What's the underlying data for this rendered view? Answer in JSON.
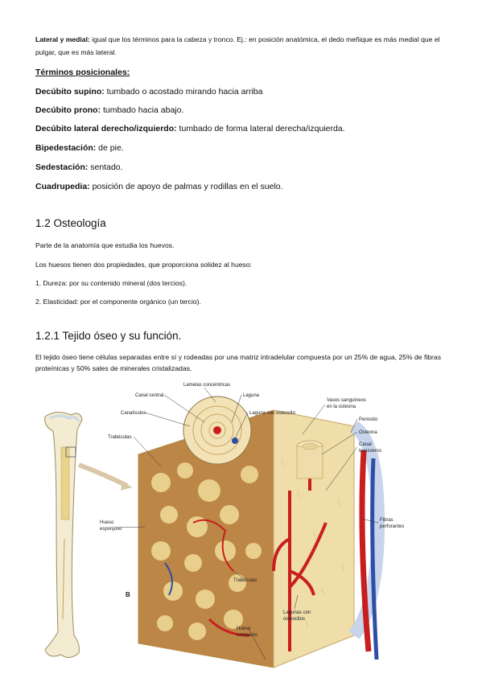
{
  "intro": {
    "bold": "Lateral y medial:",
    "text": " igual que los términos para la cabeza y tronco. Ej.: en posición anatómica, el dedo meñique es más medial que el pulgar, que es más lateral."
  },
  "positional_heading": "Términos posicionales:",
  "terms": [
    {
      "bold": "Decúbito supino:",
      "text": " tumbado o acostado mirando hacia arriba"
    },
    {
      "bold": "Decúbito prono:",
      "text": " tumbado hacia abajo."
    },
    {
      "bold": "Decúbito lateral derecho/izquierdo:",
      "text": " tumbado de forma lateral derecha/izquierda."
    },
    {
      "bold": "Bipedestación:",
      "text": " de pie."
    },
    {
      "bold": "Sedestación:",
      "text": " sentado."
    },
    {
      "bold": "Cuadrupedia:",
      "text": " posición de apoyo de palmas y rodillas en el suelo."
    }
  ],
  "section_1_2": {
    "heading": "1.2 Osteología",
    "p1": "Parte de la anatomía que estudia los huevos.",
    "p2": "Los huesos tienen dos propiedades, que proporciona solidez al hueso:",
    "item1": "1. Dureza: por su contenido mineral (dos tercios).",
    "item2": "2. Elasticidad: por el componente orgánico (un tercio)."
  },
  "section_1_2_1": {
    "heading": "1.2.1 Tejido óseo y su función.",
    "p1": "El tejido óseo tiene células separadas entre sí y rodeadas por una matriz intradelular compuesta por un 25% de agua, 25% de fibras proteínicas y 50% sales de minerales cristalizadas."
  },
  "figure": {
    "labels": {
      "lamelas": "Lamelas concéntricas",
      "canal_central": "Canal central",
      "laguna": "Laguna",
      "canaliculos": "Canalículos",
      "laguna_osteocito": "Laguna con osteocito",
      "vasos_1": "Vasos sanguíneos",
      "vasos_2": "en la osteona",
      "periostio": "Periostio",
      "osteona": "Osteona",
      "canal_transverso_1": "Canal",
      "canal_transverso_2": "transverso",
      "trabeculas_top": "Trabéculas",
      "hueso_esponjoso_1": "Hueso",
      "hueso_esponjoso_2": "esponjoso",
      "fibras_1": "Fibras",
      "fibras_2": "perforantes",
      "trabeculas_bottom": "Trabéculas",
      "lagunas_1": "Lagunas con",
      "lagunas_2": "osteocitos",
      "hueso_compacto_1": "Hueso",
      "hueso_compacto_2": "compacto",
      "panel_letter": "B"
    }
  }
}
